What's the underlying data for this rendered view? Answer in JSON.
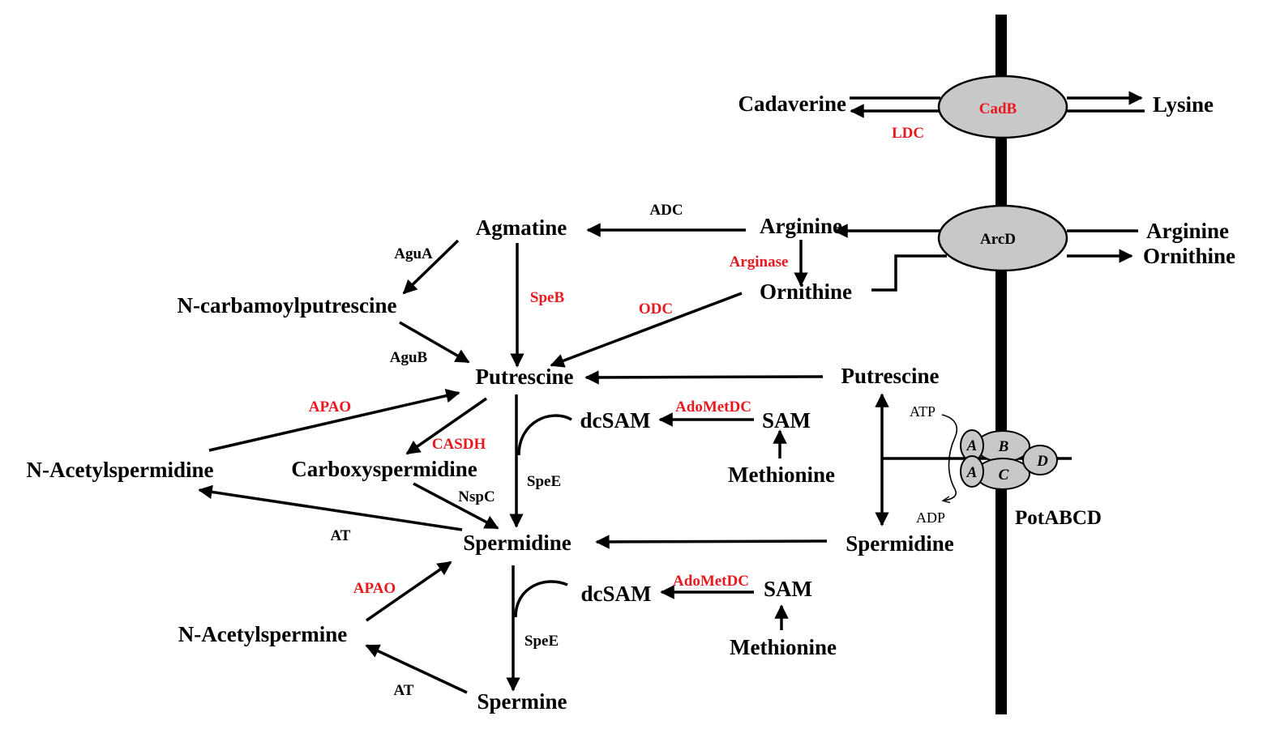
{
  "metabolites": {
    "cadaverine": "Cadaverine",
    "lysine": "Lysine",
    "agmatine": "Agmatine",
    "arginine_in": "Arginine",
    "arginine_out": "Arginine",
    "ornithine_in": "Ornithine",
    "ornithine_out": "Ornithine",
    "n_carbamoylputrescine": "N-carbamoylputrescine",
    "putrescine": "Putrescine",
    "putrescine_ext": "Putrescine",
    "dcsam_1": "dcSAM",
    "sam_1": "SAM",
    "methionine_1": "Methionine",
    "n_acetylspermidine": "N-Acetylspermidine",
    "carboxyspermidine": "Carboxyspermidine",
    "spermidine": "Spermidine",
    "spermidine_ext": "Spermidine",
    "dcsam_2": "dcSAM",
    "sam_2": "SAM",
    "methionine_2": "Methionine",
    "n_acetylspermine": "N-Acetylspermine",
    "spermine": "Spermine"
  },
  "enzymes": {
    "cadb": "CadB",
    "ldc": "LDC",
    "arcd": "ArcD",
    "adc": "ADC",
    "arginase": "Arginase",
    "agua": "AguA",
    "speb": "SpeB",
    "odc": "ODC",
    "agub": "AguB",
    "apao_1": "APAO",
    "adometdc_1": "AdoMetDC",
    "casdh": "CASDH",
    "spee_1": "SpeE",
    "nspc": "NspC",
    "at_1": "AT",
    "apao_2": "APAO",
    "adometdc_2": "AdoMetDC",
    "spee_2": "SpeE",
    "at_2": "AT"
  },
  "transporter": {
    "name": "PotABCD",
    "atp": "ATP",
    "adp": "ADP",
    "subunit_a_top": "A",
    "subunit_a_bottom": "A",
    "subunit_b": "B",
    "subunit_c": "C",
    "subunit_d": "D"
  },
  "colors": {
    "enzyme_highlight": "#e8191e",
    "transporter_fill": "#c8c8c8",
    "ink": "#000000"
  }
}
